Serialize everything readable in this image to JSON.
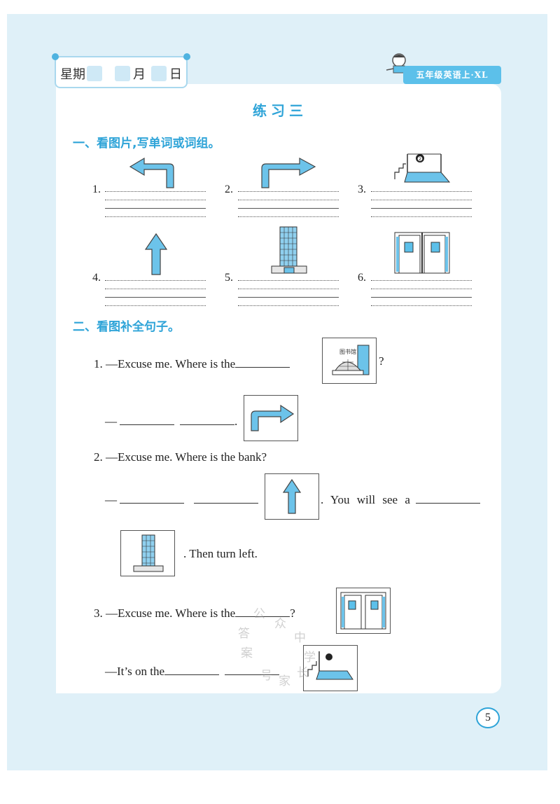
{
  "header": {
    "weekday_label": "星期",
    "month_label": "月",
    "day_label": "日",
    "book_badge": "五年级英语上·XL"
  },
  "title": "练习三",
  "section1": {
    "heading": "一、看图片,写单词或词组。",
    "items": [
      {
        "num": "1.",
        "icon": "turn-left-arrow-icon"
      },
      {
        "num": "2.",
        "icon": "turn-right-arrow-icon"
      },
      {
        "num": "3.",
        "icon": "second-floor-icon"
      },
      {
        "num": "4.",
        "icon": "go-straight-arrow-icon"
      },
      {
        "num": "5.",
        "icon": "building-icon"
      },
      {
        "num": "6.",
        "icon": "doors-icon"
      }
    ]
  },
  "section2": {
    "heading": "二、看图补全句子。",
    "q1_line1": "1. —Excuse me. Where is the",
    "q1_mark": "?",
    "q1_dash": "—",
    "q1_period": ".",
    "q2_line1": "2. —Excuse me. Where is the bank?",
    "q2_dash": "—",
    "q2_mid": ". You will see a",
    "q2_end": ". Then turn left.",
    "q3_line1": "3. —Excuse me. Where is the",
    "q3_mark": "?",
    "q3_line2": "—It’s on the",
    "library_label": "图书馆"
  },
  "page_number": "5",
  "floor_number": "❷",
  "watermark": [
    "公",
    "众",
    "号",
    "答",
    "案",
    "家",
    "长",
    "中",
    "学"
  ],
  "colors": {
    "accent": "#2fa4d8",
    "arrow": "#6cc3ea",
    "background": "#dff0f8"
  }
}
